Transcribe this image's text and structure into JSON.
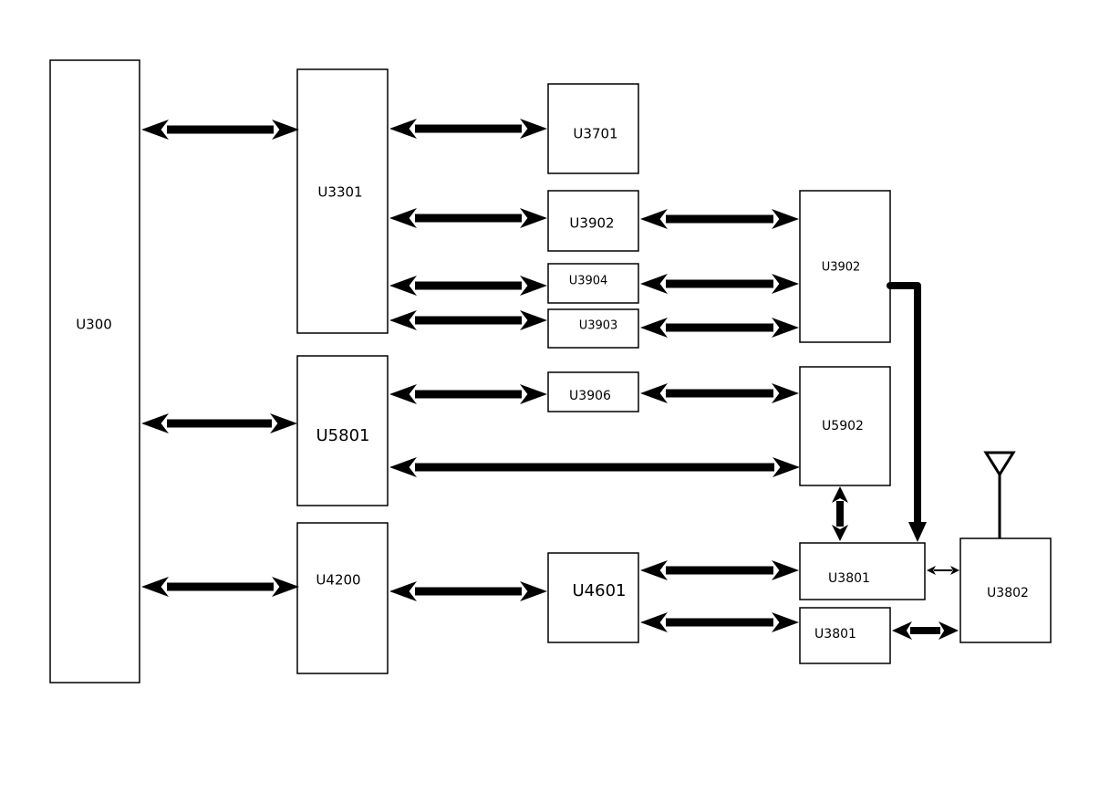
{
  "blocks": {
    "u300": "U300",
    "u3301": "U3301",
    "u5801": "U5801",
    "u4200": "U4200",
    "u3701": "U3701",
    "u3902_a": "U3902",
    "u3904": "U3904",
    "u3903": "U3903",
    "u3906": "U3906",
    "u4601": "U4601",
    "u3902_b": "U3902",
    "u5902": "U5902",
    "u3801_a": "U3801",
    "u3801_b": "U3801",
    "u3802": "U3802"
  },
  "colors": {
    "line": "#000000",
    "fill": "#ffffff"
  },
  "icons": {
    "antenna": "antenna-icon"
  }
}
